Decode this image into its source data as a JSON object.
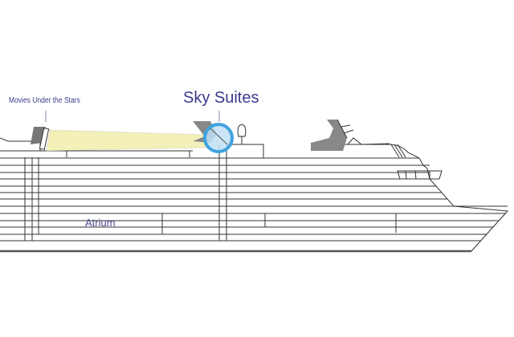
{
  "labels": {
    "movies": "Movies Under the Stars",
    "sky_suites": "Sky Suites",
    "atrium": "Atrium"
  },
  "colors": {
    "label": "#3a3a8c",
    "highlight": "#5fb0e0",
    "beam": "#f3f0b8",
    "funnel": "#888888"
  }
}
